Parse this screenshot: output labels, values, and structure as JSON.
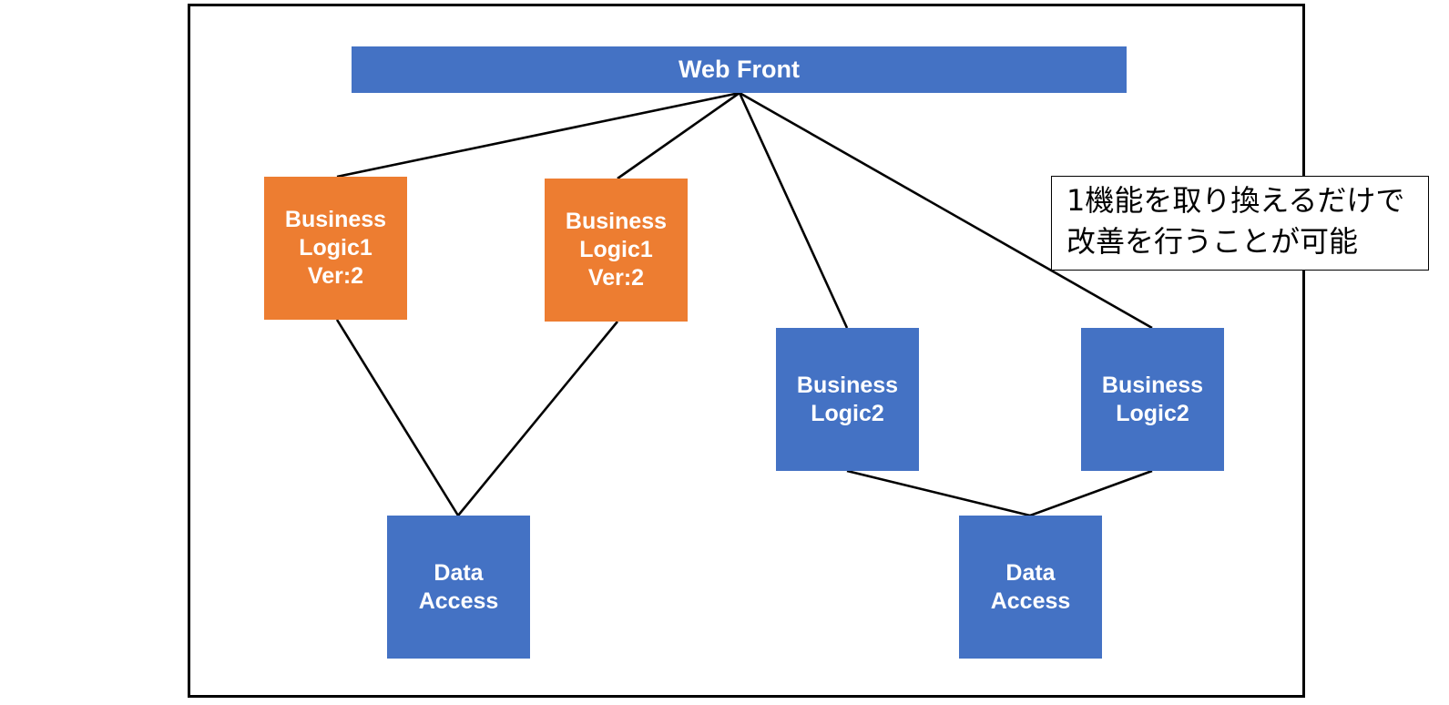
{
  "colors": {
    "blue": "#4472C4",
    "orange": "#ED7D31",
    "line": "#000000"
  },
  "web_front": {
    "label": "Web Front"
  },
  "business_logic1_a": {
    "label": "Business\nLogic1\nVer:2"
  },
  "business_logic1_b": {
    "label": "Business\nLogic1\nVer:2"
  },
  "business_logic2_a": {
    "label": "Business\nLogic2"
  },
  "business_logic2_b": {
    "label": "Business\nLogic2"
  },
  "data_access_left": {
    "label": "Data\nAccess"
  },
  "data_access_right": {
    "label": "Data\nAccess"
  },
  "note": {
    "text": "1機能を取り換えるだけで\n改善を行うことが可能"
  }
}
